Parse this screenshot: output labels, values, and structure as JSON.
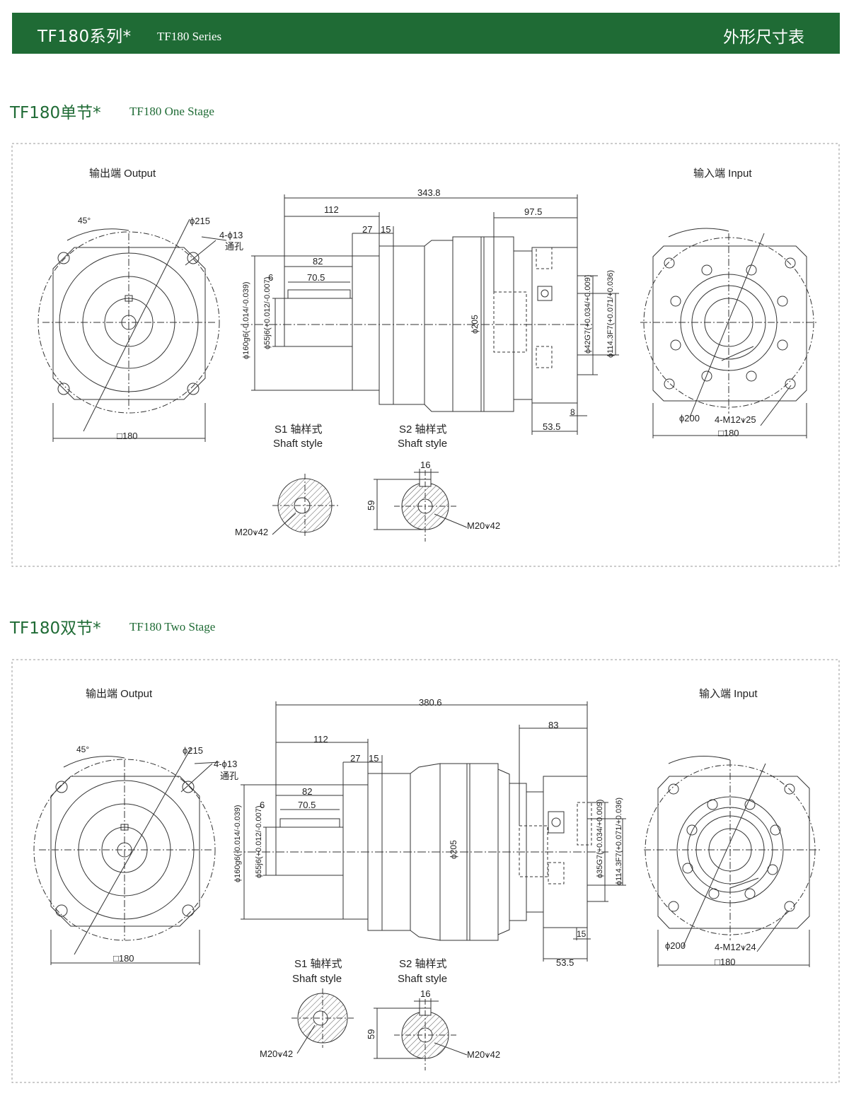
{
  "header": {
    "title_cn": "TF180系列*",
    "title_en": "TF180 Series",
    "right_label": "外形尺寸表"
  },
  "stage1": {
    "title_cn": "TF180单节*",
    "title_en": "TF180 One Stage",
    "output_label": "输出端  Output",
    "input_label": "输入端  Input",
    "angle": "45°",
    "dia_215": "ϕ215",
    "holes": "4-ϕ13",
    "holes_through": "通孔",
    "sq_out": "□180",
    "len_total": "343.8",
    "len_112": "112",
    "len_27": "27",
    "len_15": "15",
    "len_97": "97.5",
    "len_82": "82",
    "len_6": "6",
    "len_705": "70.5",
    "dia_160": "ϕ160g6(-0.014/-0.039)",
    "dia_55": "ϕ55j6(+0.012/-0.007)",
    "dia_205": "ϕ205",
    "dia_42": "ϕ42G7(+0.034/+0.009)",
    "dia_114": "ϕ114.3F7(+0.071/+0.036)",
    "len_8": "8",
    "len_535": "53.5",
    "dia_200": "ϕ200",
    "thread": "4-M12⩛25",
    "sq_in": "□180",
    "s1_cn": "S1 轴样式",
    "s1_en": "Shaft style",
    "s2_cn": "S2 轴样式",
    "s2_en": "Shaft style",
    "s1_thread": "M20⩛42",
    "s2_key": "16",
    "s2_height": "59",
    "s2_thread": "M20⩛42"
  },
  "stage2": {
    "title_cn": "TF180双节*",
    "title_en": "TF180 Two Stage",
    "output_label": "输出端  Output",
    "input_label": "输入端  Input",
    "angle": "45°",
    "dia_215": "ϕ215",
    "holes": "4-ϕ13",
    "holes_through": "通孔",
    "sq_out": "□180",
    "len_total": "380.6",
    "len_112": "112",
    "len_27": "27",
    "len_15": "15",
    "len_83": "83",
    "len_82": "82",
    "len_6": "6",
    "len_705": "70.5",
    "dia_160": "ϕ160g6(-0.014/-0.039)",
    "dia_55": "ϕ55j6(+0.012/-0.007)",
    "dia_205": "ϕ205",
    "dia_35": "ϕ35G7(+0.034/+0.009)",
    "dia_114": "ϕ114.3F7(+0.071/+0.036)",
    "len_15b": "15",
    "len_535": "53.5",
    "dia_200": "ϕ200",
    "thread": "4-M12⩛24",
    "sq_in": "□180",
    "s1_cn": "S1 轴样式",
    "s1_en": "Shaft style",
    "s2_cn": "S2 轴样式",
    "s2_en": "Shaft style",
    "s1_thread": "M20⩛42",
    "s2_key": "16",
    "s2_height": "59",
    "s2_thread": "M20⩛42"
  }
}
